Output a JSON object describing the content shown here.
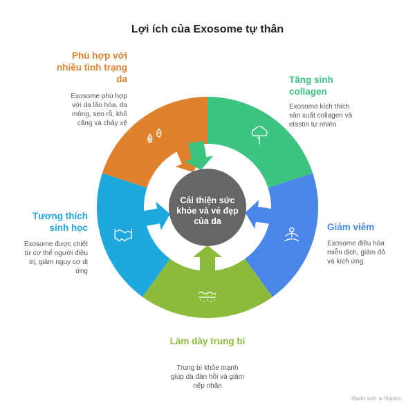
{
  "title": "Lợi ích của Exosome tự thân",
  "center": "Cải thiện sức khỏe và vẻ đẹp của da",
  "items": [
    {
      "title": "Phù hợp với nhiều tình trạng da",
      "desc": "Exosome phù hợp với da lão hóa, da mỏng, sẹo rỗ, khô căng và chảy xệ",
      "color": "#E0812E",
      "icon": "drops-icon"
    },
    {
      "title": "Tăng sinh collagen",
      "desc": "Exosome kích thích sản xuất collagen và elastin tự nhiên",
      "color": "#3CC480",
      "icon": "tree-icon"
    },
    {
      "title": "Giảm viêm",
      "desc": "Exosome điều hòa miễn dịch, giảm đỏ và kích ứng",
      "color": "#4A86E8",
      "icon": "meditation-icon"
    },
    {
      "title": "Làm dày trung bì",
      "desc": "Trung bì khỏe mạnh giúp da đàn hồi và giảm nếp nhăn",
      "color": "#8BBB3A",
      "icon": "skin-layers-icon"
    },
    {
      "title": "Tương thích sinh học",
      "desc": "Exosome được chiết từ cơ thể người điều trị, giảm nguy cơ dị ứng",
      "color": "#1FA8DC",
      "icon": "handshake-icon"
    }
  ],
  "footer": "Made with ⋟ Napkin"
}
